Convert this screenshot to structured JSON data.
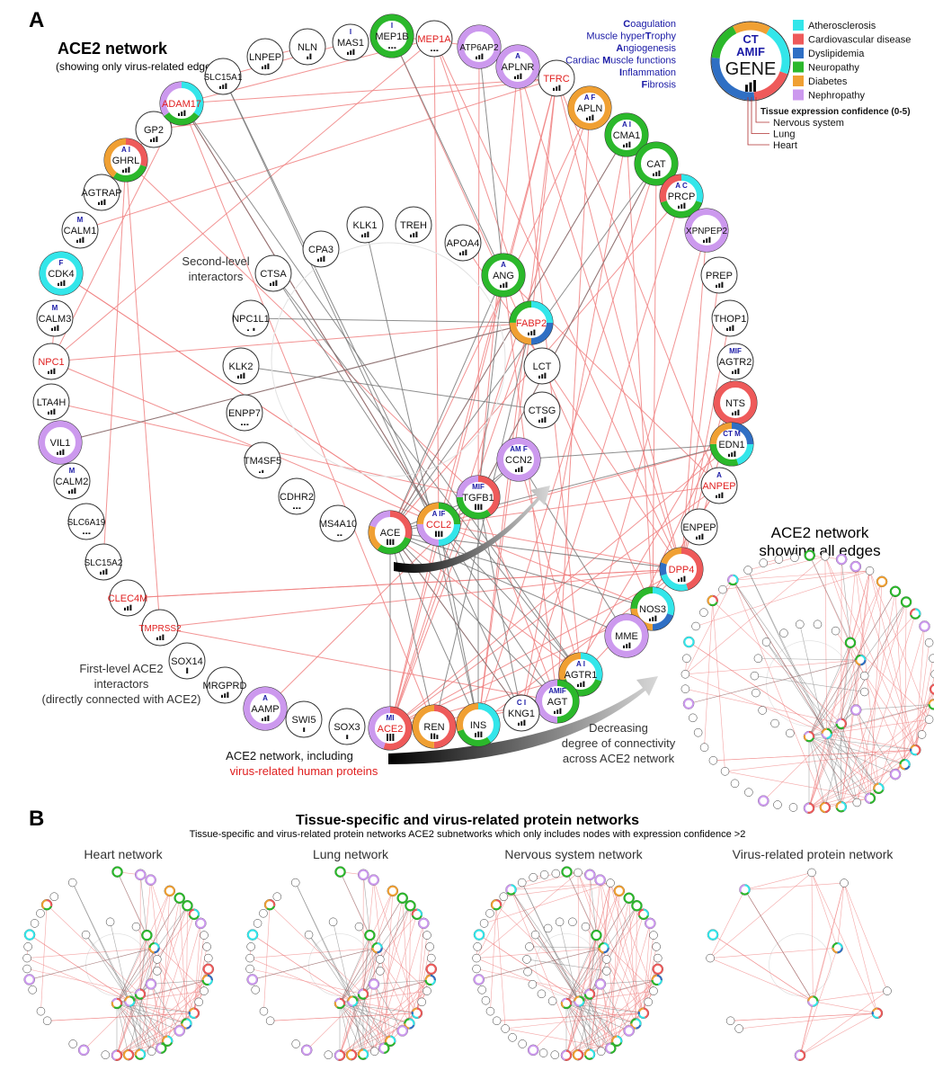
{
  "panel_a": {
    "letter": "A",
    "title": "ACE2 network",
    "subtitle": "(showing only virus-related edges)",
    "label_second_level_1": "Second-level",
    "label_second_level_2": "interactors",
    "label_first_level_1": "First-level ACE2",
    "label_first_level_2": "interactors",
    "label_first_level_3": "(directly connected with ACE2)",
    "label_network_incl_1": "ACE2 network, including",
    "label_network_incl_2": "virus-related human proteins",
    "label_decreasing_1": "Decreasing",
    "label_decreasing_2": "degree of connectivity",
    "label_decreasing_3": "across ACE2 network",
    "inset_title_1": "ACE2 network",
    "inset_title_2": "showing all edges"
  },
  "function_legend": {
    "items": [
      {
        "initial": "C",
        "rest": "oagulation"
      },
      {
        "prefix": "Muscle hyper",
        "initial": "T",
        "rest": "rophy"
      },
      {
        "initial": "A",
        "rest": "ngiogenesis"
      },
      {
        "prefix": "Cardiac ",
        "initial": "M",
        "rest": "uscle functions"
      },
      {
        "initial": "I",
        "rest": "nflammation"
      },
      {
        "initial": "F",
        "rest": "ibrosis"
      }
    ],
    "gene_sample": "GENE",
    "gene_letters_top": "CT",
    "gene_letters_mid": "AMIF"
  },
  "disease_legend": [
    {
      "label": "Atherosclerosis",
      "color": "#33e6ea"
    },
    {
      "label": "Cardiovascular disease",
      "color": "#ee5a5a"
    },
    {
      "label": "Dyslipidemia",
      "color": "#2f6fc4"
    },
    {
      "label": "Neuropathy",
      "color": "#2bb82b"
    },
    {
      "label": "Diabetes",
      "color": "#f0a033"
    },
    {
      "label": "Nephropathy",
      "color": "#cc99ee"
    }
  ],
  "tissue_legend": {
    "title": "Tissue expression confidence (0-5)",
    "items": [
      "Nervous system",
      "Lung",
      "Heart"
    ]
  },
  "colors": {
    "virus_edge": "#f08080",
    "gray_edge": "#707070",
    "virus_label": "#e02020",
    "letter_blue": "#1a1aa6"
  },
  "nodes": [
    {
      "name": "NLN"
    },
    {
      "name": "MAS1",
      "letters": "I"
    },
    {
      "name": "MEP1B",
      "letters": "I"
    },
    {
      "name": "MEP1A"
    },
    {
      "name": "ATP6AP2"
    },
    {
      "name": "APLNR",
      "letters": "A"
    },
    {
      "name": "TFRC"
    },
    {
      "name": "APLN",
      "letters": "A F"
    },
    {
      "name": "CMA1",
      "letters": "A I"
    },
    {
      "name": "CAT"
    },
    {
      "name": "PRCP",
      "letters": "A C"
    },
    {
      "name": "XPNPEP2"
    },
    {
      "name": "PREP"
    },
    {
      "name": "THOP1"
    },
    {
      "name": "AGTR2",
      "letters": "MIF"
    },
    {
      "name": "NTS"
    },
    {
      "name": "EDN1",
      "letters": "CT M"
    },
    {
      "name": "ANPEP",
      "letters": "A"
    },
    {
      "name": "ENPEP"
    },
    {
      "name": "DPP4"
    },
    {
      "name": "NOS3"
    },
    {
      "name": "MME"
    },
    {
      "name": "AGTR1",
      "letters": "A I"
    },
    {
      "name": "AGT",
      "letters": "AMIF"
    },
    {
      "name": "KNG1",
      "letters": "C I"
    },
    {
      "name": "INS"
    },
    {
      "name": "REN"
    },
    {
      "name": "ACE2",
      "letters": "MI"
    },
    {
      "name": "SOX3"
    },
    {
      "name": "SWI5"
    },
    {
      "name": "AAMP",
      "letters": "A"
    },
    {
      "name": "MRGPRD"
    },
    {
      "name": "SOX14"
    },
    {
      "name": "TMPRSS2"
    },
    {
      "name": "CLEC4M"
    },
    {
      "name": "SLC15A2"
    },
    {
      "name": "SLC6A19"
    },
    {
      "name": "CALM2",
      "letters": "M"
    },
    {
      "name": "VIL1"
    },
    {
      "name": "LTA4H"
    },
    {
      "name": "NPC1"
    },
    {
      "name": "CALM3",
      "letters": "M"
    },
    {
      "name": "CDK4",
      "letters": "F"
    },
    {
      "name": "CALM1",
      "letters": "M"
    },
    {
      "name": "AGTRAP"
    },
    {
      "name": "GHRL",
      "letters": "A I"
    },
    {
      "name": "GP2"
    },
    {
      "name": "ADAM17"
    },
    {
      "name": "SLC15A1"
    },
    {
      "name": "LNPEP"
    },
    {
      "name": "KLK1"
    },
    {
      "name": "TREH"
    },
    {
      "name": "CPA3"
    },
    {
      "name": "APOA4"
    },
    {
      "name": "CTSA"
    },
    {
      "name": "ANG",
      "letters": "A"
    },
    {
      "name": "NPC1L1"
    },
    {
      "name": "FABP2"
    },
    {
      "name": "KLK2"
    },
    {
      "name": "LCT"
    },
    {
      "name": "ENPP7"
    },
    {
      "name": "CTSG"
    },
    {
      "name": "TM4SF5"
    },
    {
      "name": "CCN2",
      "letters": "AM F"
    },
    {
      "name": "CDHR2"
    },
    {
      "name": "TGFB1",
      "letters": "MIF"
    },
    {
      "name": "MS4A10"
    },
    {
      "name": "ACE"
    },
    {
      "name": "CCL2",
      "letters": "A IF"
    }
  ],
  "panel_b": {
    "letter": "B",
    "title": "Tissue-specific and virus-related protein networks",
    "subtitle": "Tissue-specific and virus-related protein networks ACE2 subnetworks which only includes nodes with expression confidence >2",
    "networks": [
      "Heart network",
      "Lung network",
      "Nervous system network",
      "Virus-related protein network"
    ]
  }
}
